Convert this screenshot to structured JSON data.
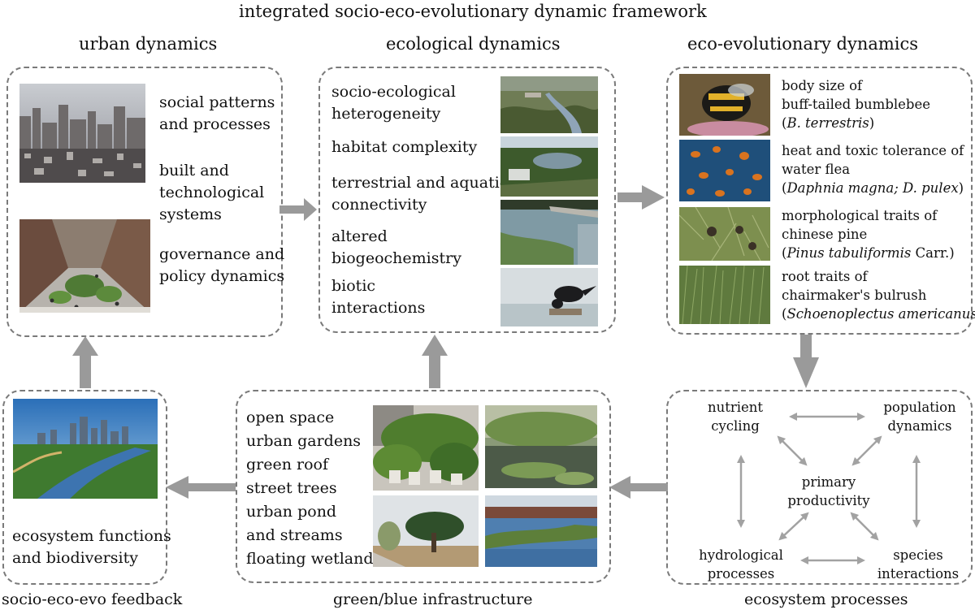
{
  "title": "integrated socio-eco-evolutionary dynamic framework",
  "urban": {
    "heading": "urban dynamics",
    "items": [
      "social patterns\nand processes",
      "built and\ntechnological\nsystems",
      "governance and\npolicy dynamics"
    ]
  },
  "ecological": {
    "heading": "ecological dynamics",
    "items": [
      "socio-ecological\nheterogeneity",
      "habitat complexity",
      "terrestrial and aquatic\nconnectivity",
      "altered\nbiogeochemistry",
      "biotic\ninteractions"
    ]
  },
  "evo": {
    "heading": "eco-evolutionary dynamics",
    "items": [
      {
        "line1": "body size of",
        "line2": "buff-tailed bumblebee",
        "sp_open": "(",
        "sp_italic": "B. terrestris",
        "sp_close": ")"
      },
      {
        "line1": "heat and toxic tolerance of",
        "line2": "water flea",
        "sp_open": "(",
        "sp_italic": "Daphnia magna; D. pulex",
        "sp_close": ")"
      },
      {
        "line1": "morphological traits of",
        "line2": "chinese pine",
        "sp_open": "(",
        "sp_italic": "Pinus tabuliformis",
        "sp_close": " Carr.)"
      },
      {
        "line1": "root traits of",
        "line2": "chairmaker's bulrush",
        "sp_open": "(",
        "sp_italic": "Schoenoplectus americanus",
        "sp_close": ")"
      }
    ]
  },
  "feedback": {
    "caption": "socio-eco-evo feedback",
    "text": "ecosystem functions\nand biodiversity"
  },
  "infrastructure": {
    "caption": "green/blue infrastructure",
    "items": [
      "open space",
      "urban gardens",
      "green roof",
      "street trees",
      "urban pond",
      "and streams",
      "floating wetland"
    ]
  },
  "ecosystem": {
    "caption": "ecosystem processes",
    "nutrient": "nutrient\ncycling",
    "population": "population\ndynamics",
    "primary": "primary\nproductivity",
    "hydrological": "hydrological\nprocesses",
    "species": "species\ninteractions"
  },
  "colors": {
    "dash": "#7a7a7a",
    "arrow": "#9a9a9a",
    "inner_arrow": "#a2a2a2"
  }
}
